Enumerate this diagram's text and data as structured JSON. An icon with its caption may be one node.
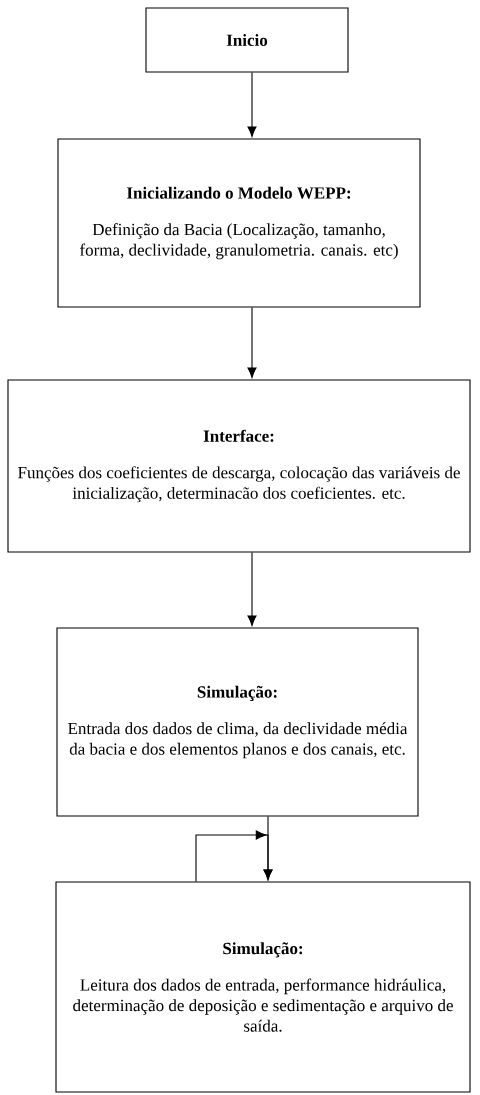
{
  "diagram": {
    "nodes": [
      {
        "text": [
          "Inicio"
        ]
      },
      {
        "text": [
          "Inicializando o Modelo WEPP:",
          "Definição da Bacia (Localização, tamanho, forma, declividade, granulometria. canais. etc)"
        ]
      },
      {
        "text": [
          "Interface:",
          "Funções dos coeficientes de descarga, colocação das variáveis de inicialização, determinacão dos coeficientes. etc."
        ]
      },
      {
        "text": [
          "Simulação:",
          "Entrada dos dados de clima, da declividade média da bacia e dos elementos planos e dos canais, etc."
        ]
      },
      {
        "text": [
          "Simulação:",
          "Leitura dos dados de entrada, performance hidráulica, determinação de deposição e sedimentação e arquivo de saída."
        ]
      }
    ],
    "edges": [
      {
        "from": 0,
        "to": 1,
        "arrow": "to"
      },
      {
        "from": 1,
        "to": 2,
        "arrow": "to"
      },
      {
        "from": 2,
        "to": 3,
        "arrow": "to"
      },
      {
        "from": 3,
        "to": 4,
        "arrow": "to"
      },
      {
        "from": 4,
        "to": 4,
        "arrow": "to"
      }
    ]
  }
}
